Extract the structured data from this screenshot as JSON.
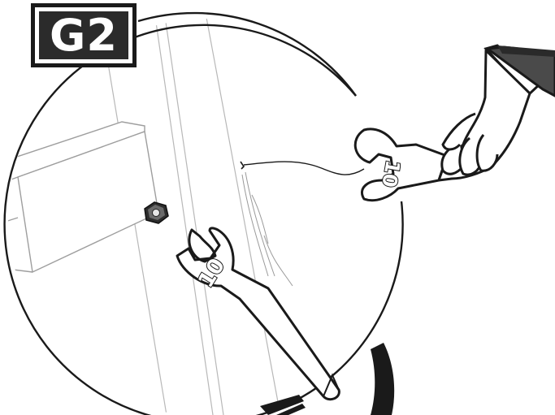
{
  "step_badge": {
    "label": "G2"
  },
  "wrench_hand": {
    "size_label": "10"
  },
  "wrench_nut": {
    "size_label": "10"
  },
  "colors": {
    "ink": "#1a1a1a",
    "badge_fill": "#2b2b2b",
    "paper": "#ffffff",
    "pencil": "#9a9a9a"
  }
}
